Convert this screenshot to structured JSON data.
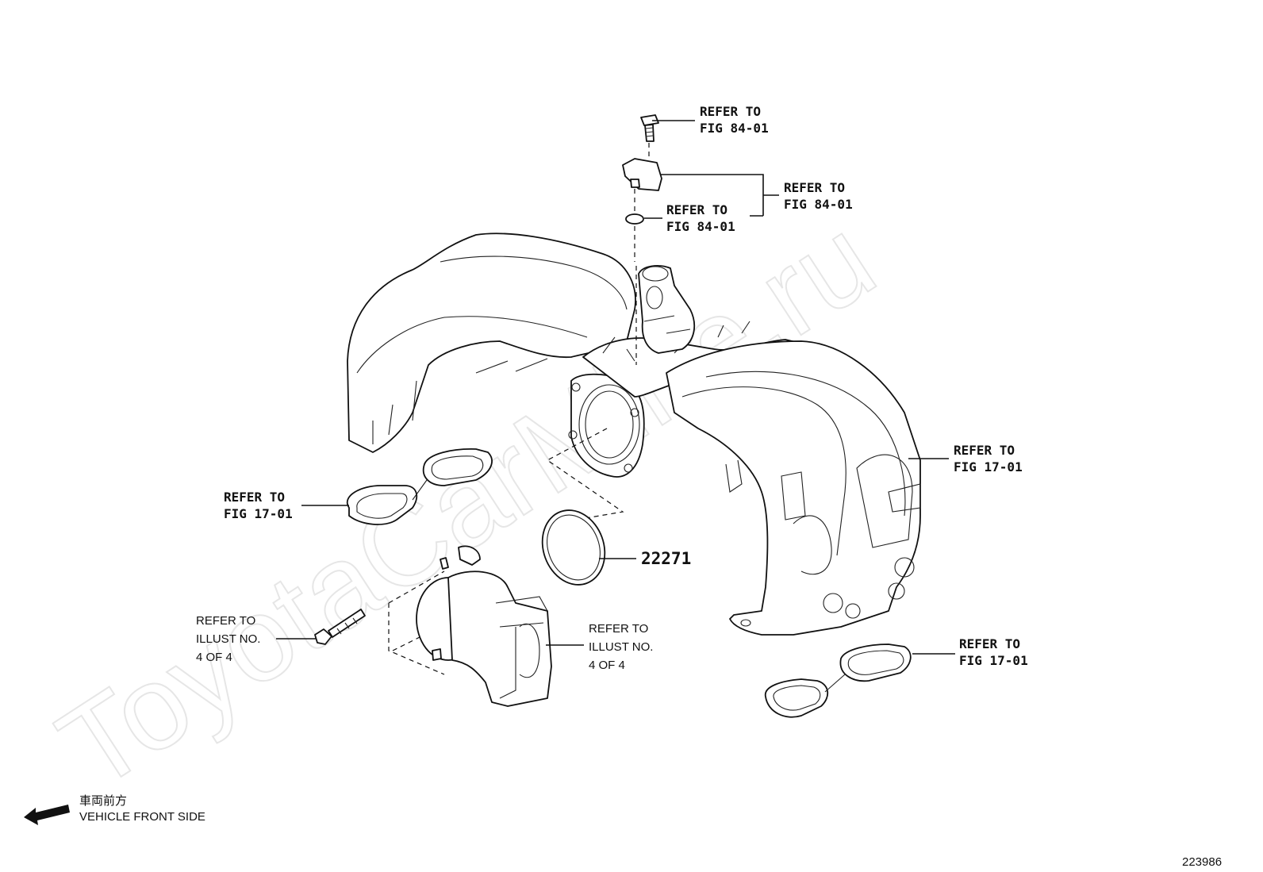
{
  "watermark": "ToyotaCarMine.ru",
  "diagram_id": "223986",
  "direction": {
    "japanese": "車両前方",
    "english": "VEHICLE FRONT SIDE"
  },
  "callouts": {
    "bolt_ref": [
      "REFER TO",
      "FIG 84-01"
    ],
    "sensor_ref": [
      "REFER TO",
      "FIG 84-01"
    ],
    "oring_ref": [
      "REFER TO",
      "FIG 84-01"
    ],
    "right_runner_ref": [
      "REFER TO",
      "FIG 17-01"
    ],
    "left_gasket_ref": [
      "REFER TO",
      "FIG 17-01"
    ],
    "right_gasket_ref": [
      "REFER TO",
      "FIG 17-01"
    ],
    "throttle_bolt_ref": [
      "REFER TO",
      "ILLUST NO.",
      "4 OF 4"
    ],
    "throttle_body_ref": [
      "REFER TO",
      "ILLUST NO.",
      "4 OF 4"
    ]
  },
  "part_number": "22271"
}
